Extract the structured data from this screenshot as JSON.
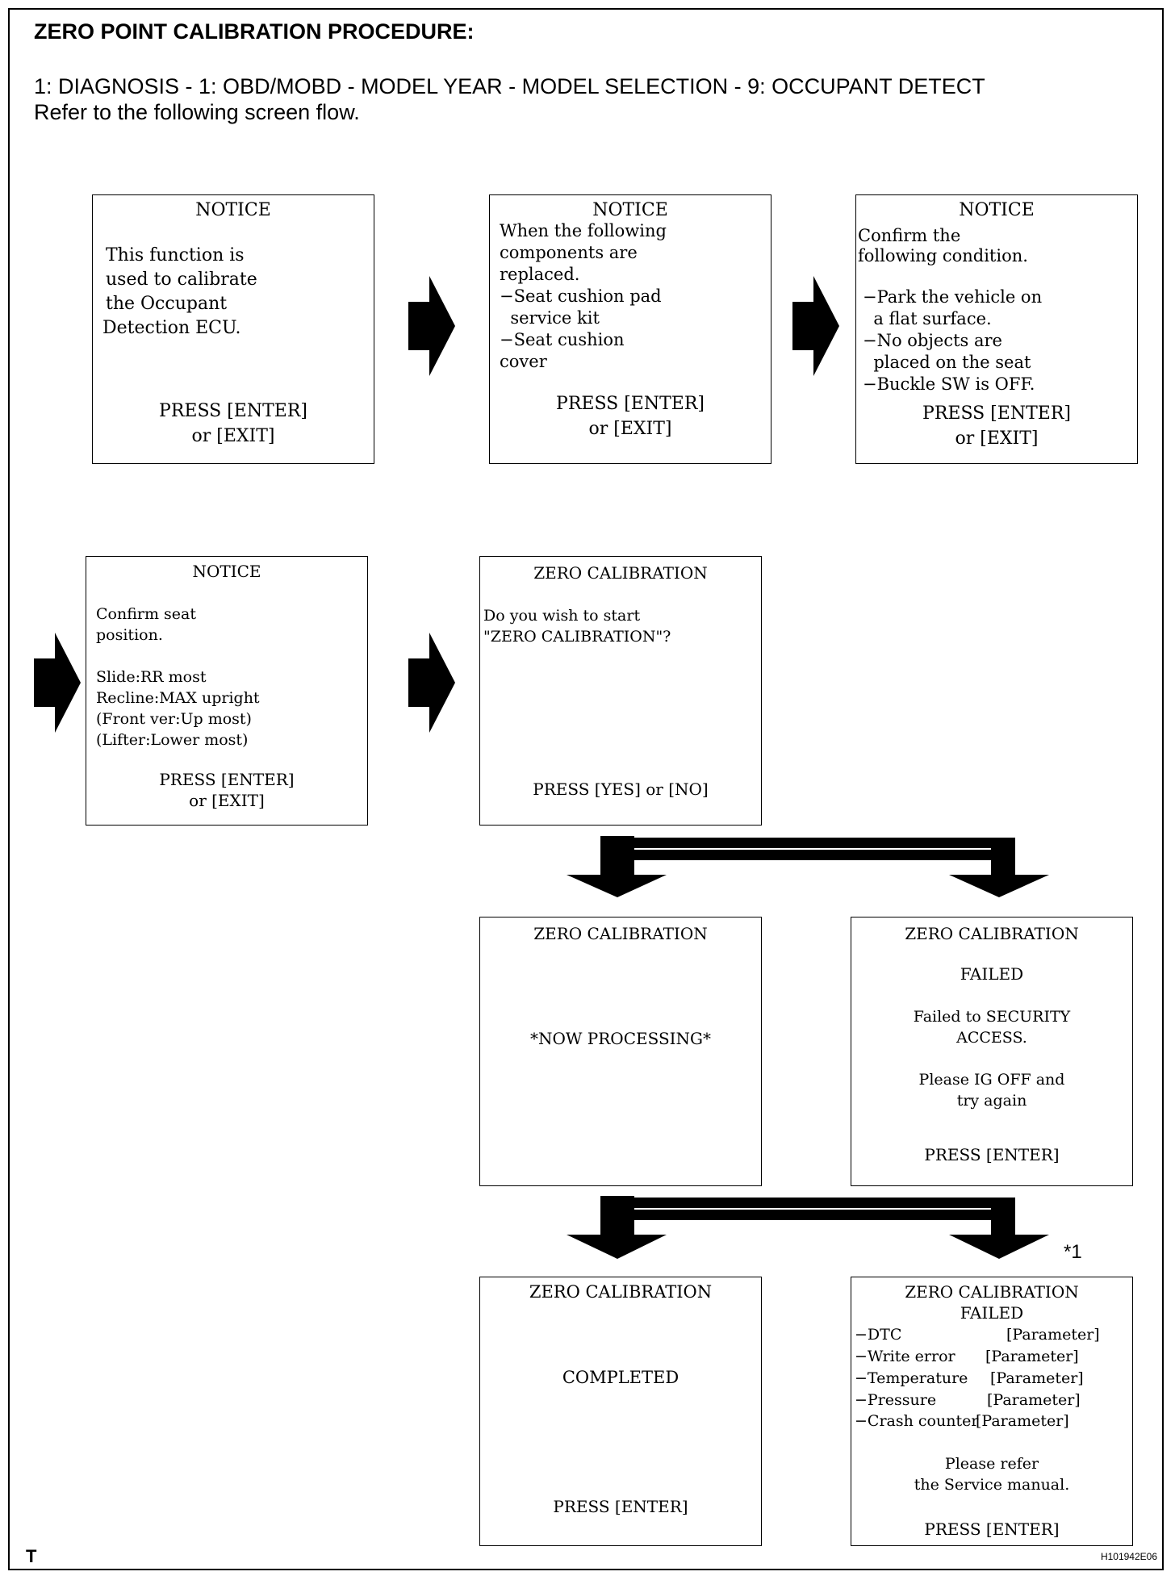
{
  "header": {
    "title": "ZERO POINT CALIBRATION PROCEDURE:",
    "path": "1: DIAGNOSIS - 1: OBD/MOBD - MODEL YEAR - MODEL SELECTION - 9: OCCUPANT DETECT",
    "instruction": "Refer to the following screen flow."
  },
  "screens": {
    "s1": {
      "title": "NOTICE",
      "body": [
        "This function is",
        "used to calibrate",
        "the Occupant",
        "Detection ECU."
      ],
      "footer": [
        "PRESS [ENTER]",
        "or [EXIT]"
      ]
    },
    "s2": {
      "title": "NOTICE",
      "body": [
        "When the following",
        "components are",
        "replaced.",
        "−Seat cushion pad",
        "  service kit",
        "−Seat cushion",
        "cover"
      ],
      "footer": [
        "PRESS [ENTER]",
        "or [EXIT]"
      ]
    },
    "s3": {
      "title": "NOTICE",
      "body": [
        "Confirm the",
        "following condition."
      ],
      "body2": [
        "−Park the vehicle on",
        "  a flat surface.",
        "−No objects are",
        "  placed on the seat",
        "−Buckle SW is OFF."
      ],
      "footer": [
        "PRESS [ENTER]",
        "or [EXIT]"
      ]
    },
    "s4": {
      "title": "NOTICE",
      "body": [
        "Confirm seat",
        "position."
      ],
      "body2": [
        "Slide:RR most",
        "Recline:MAX upright",
        "(Front ver:Up most)",
        "(Lifter:Lower most)"
      ],
      "footer": [
        "PRESS [ENTER]",
        "or [EXIT]"
      ]
    },
    "s5": {
      "title": "ZERO CALIBRATION",
      "body": [
        "Do you wish to start",
        "\"ZERO CALIBRATION\"?"
      ],
      "footer": [
        "PRESS [YES] or [NO]"
      ]
    },
    "s6": {
      "title": "ZERO CALIBRATION",
      "body": [
        "*NOW PROCESSING*"
      ]
    },
    "s7": {
      "title": "ZERO CALIBRATION",
      "status": "FAILED",
      "body": [
        "Failed to SECURITY",
        "ACCESS."
      ],
      "body2": [
        "Please IG OFF and",
        "try again"
      ],
      "footer": [
        "PRESS [ENTER]"
      ]
    },
    "s8": {
      "title": "ZERO CALIBRATION",
      "body": [
        "COMPLETED"
      ],
      "footer": [
        "PRESS [ENTER]"
      ]
    },
    "s9": {
      "title": "ZERO CALIBRATION",
      "status": "FAILED",
      "items": [
        {
          "label": "−DTC",
          "value": "[Parameter]"
        },
        {
          "label": "−Write error",
          "value": "[Parameter]"
        },
        {
          "label": "−Temperature",
          "value": "[Parameter]"
        },
        {
          "label": "−Pressure",
          "value": "[Parameter]"
        },
        {
          "label": "−Crash counter",
          "value": "[Parameter]"
        }
      ],
      "body2": [
        "Please refer",
        "the Service manual."
      ],
      "footer": [
        "PRESS [ENTER]"
      ]
    }
  },
  "footnote": "*1",
  "corner_mark": "T",
  "figure_id": "H101942E06"
}
